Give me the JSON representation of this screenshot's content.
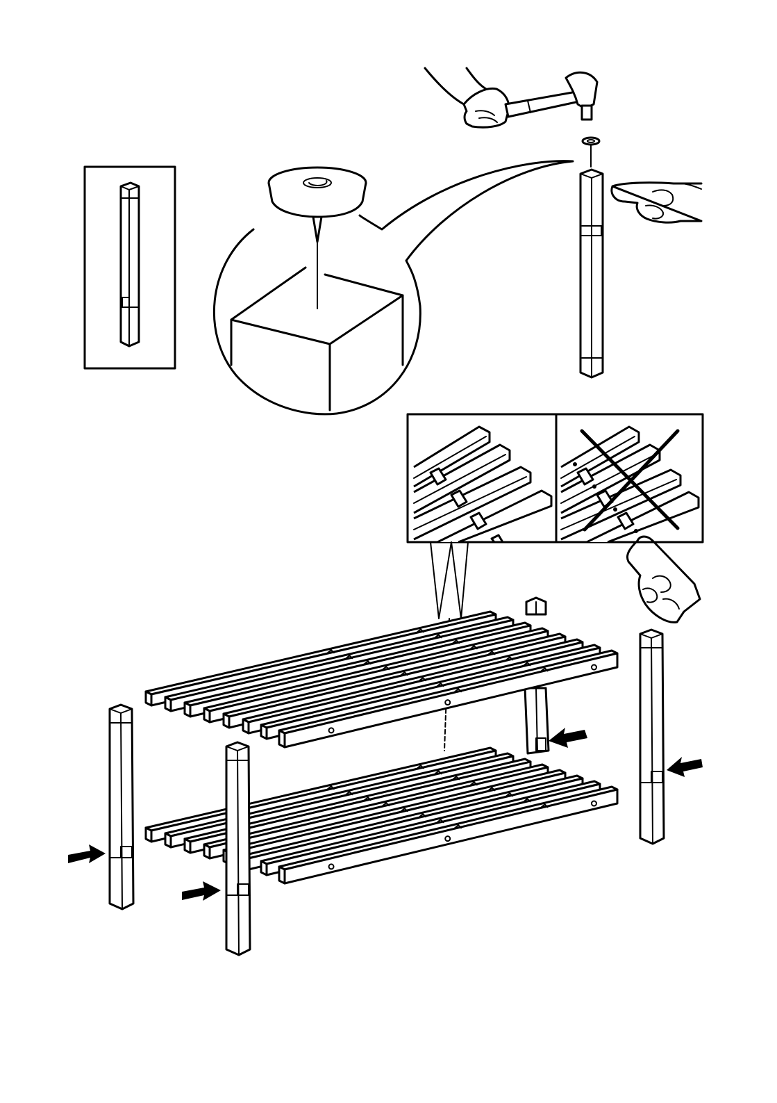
{
  "page": {
    "background": "#ffffff",
    "ink": "#000000"
  },
  "icons": {
    "hammer": "hammer-icon",
    "pointing_hand_left": "pointing-hand-icon",
    "pointing_hand_lower": "pointing-hand-icon",
    "cross_mark": "cross-mark-icon",
    "arrows": [
      "arrow-right-icon",
      "arrow-right-icon",
      "arrow-left-icon",
      "arrow-left-icon"
    ]
  },
  "parts": {
    "legs": 4,
    "shelves": 2,
    "slats_per_shelf": 8,
    "glide_nails": 1
  }
}
